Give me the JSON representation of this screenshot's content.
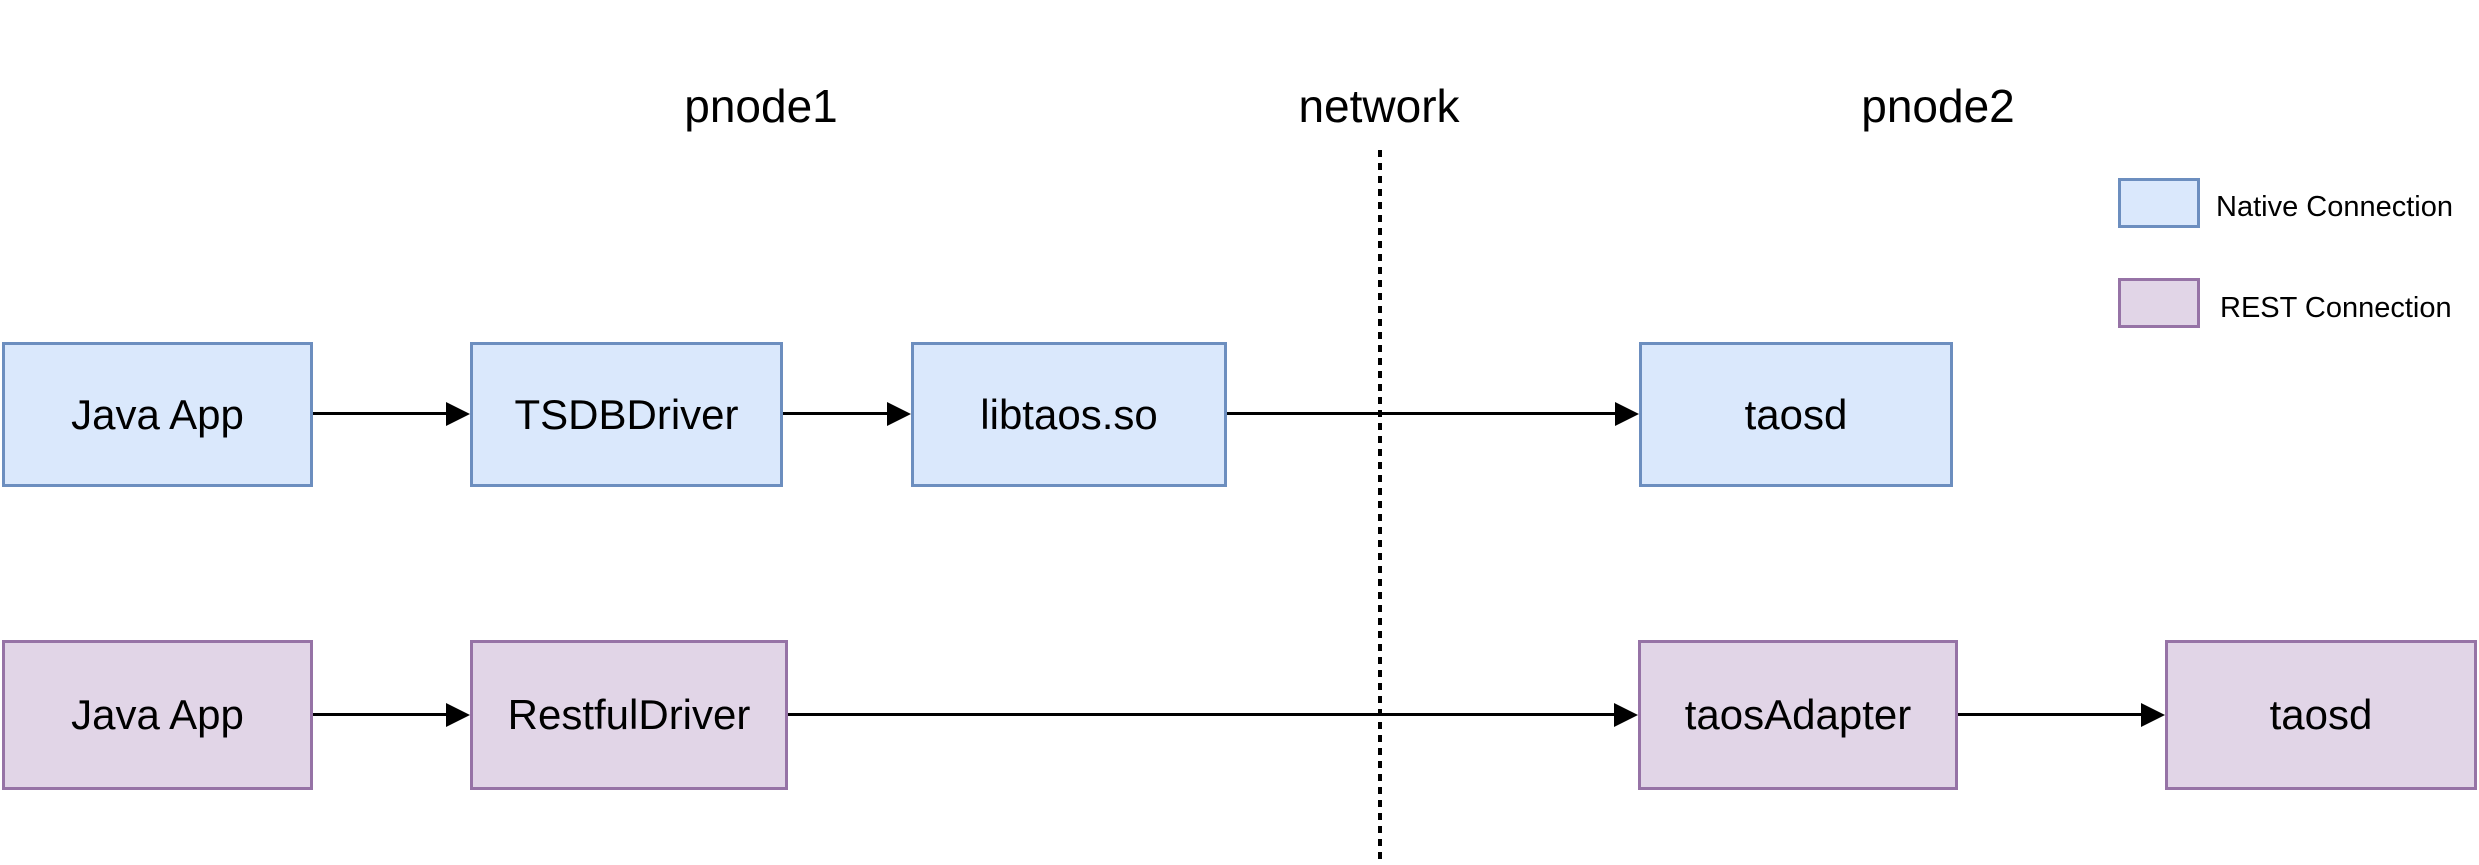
{
  "zones": {
    "pnode1": "pnode1",
    "network": "network",
    "pnode2": "pnode2"
  },
  "native_row": {
    "fill": "#dae8fc",
    "border": "#6c8ebf",
    "nodes": [
      {
        "label": "Java App"
      },
      {
        "label": "TSDBDriver"
      },
      {
        "label": "libtaos.so"
      },
      {
        "label": "taosd"
      }
    ]
  },
  "rest_row": {
    "fill": "#e1d5e7",
    "border": "#9673a6",
    "nodes": [
      {
        "label": "Java App"
      },
      {
        "label": "RestfulDriver"
      },
      {
        "label": "taosAdapter"
      },
      {
        "label": "taosd"
      }
    ]
  },
  "legend": {
    "items": [
      {
        "label": "Native Connection",
        "fill": "#dae8fc",
        "border": "#6c8ebf"
      },
      {
        "label": "REST Connection",
        "fill": "#e1d5e7",
        "border": "#9673a6"
      }
    ]
  },
  "colors": {
    "arrow": "#000000",
    "divider": "#000000",
    "text": "#000000"
  }
}
